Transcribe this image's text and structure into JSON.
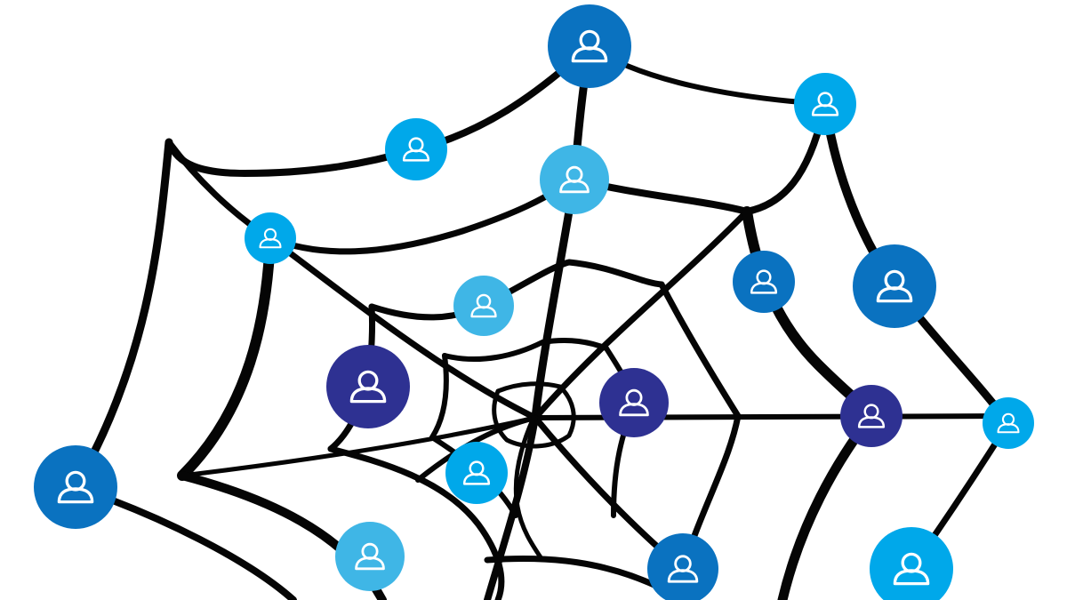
{
  "colors": {
    "background": "#ffffff",
    "strand": "#050505",
    "icon_stroke": "#ffffff",
    "node_dark_blue": "#0a72c0",
    "node_bright_blue": "#00a8ea",
    "node_light_blue": "#3fb6e6",
    "node_indigo": "#2e3192"
  },
  "icons": {
    "node_glyph": "user-icon"
  },
  "nodes": [
    {
      "color": "node_dark_blue"
    },
    {
      "color": "node_bright_blue"
    },
    {
      "color": "node_bright_blue"
    },
    {
      "color": "node_light_blue"
    },
    {
      "color": "node_bright_blue"
    },
    {
      "color": "node_light_blue"
    },
    {
      "color": "node_dark_blue"
    },
    {
      "color": "node_dark_blue"
    },
    {
      "color": "node_indigo"
    },
    {
      "color": "node_indigo"
    },
    {
      "color": "node_indigo"
    },
    {
      "color": "node_bright_blue"
    },
    {
      "color": "node_dark_blue"
    },
    {
      "color": "node_bright_blue"
    },
    {
      "color": "node_light_blue"
    },
    {
      "color": "node_dark_blue"
    },
    {
      "color": "node_bright_blue"
    }
  ]
}
